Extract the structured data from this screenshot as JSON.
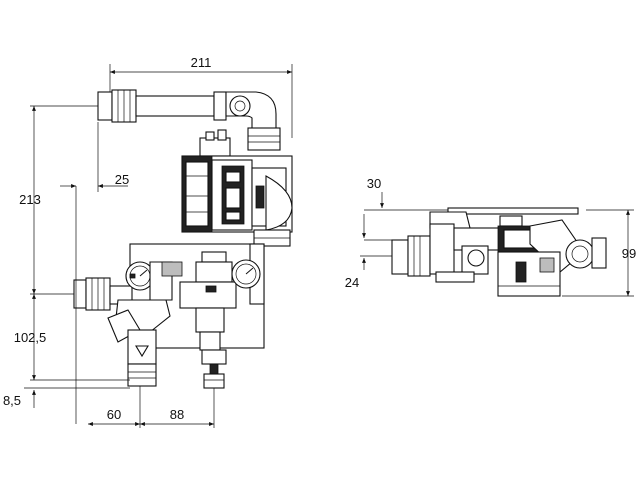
{
  "dimensions": {
    "front_width": "211",
    "front_height": "213",
    "front_inlet_offset": "25",
    "front_lower_height": "102,5",
    "front_base_offset": "8,5",
    "front_bottom_left": "60",
    "front_bottom_right": "88",
    "side_top_offset": "30",
    "side_lower_offset": "24",
    "side_height": "99"
  }
}
